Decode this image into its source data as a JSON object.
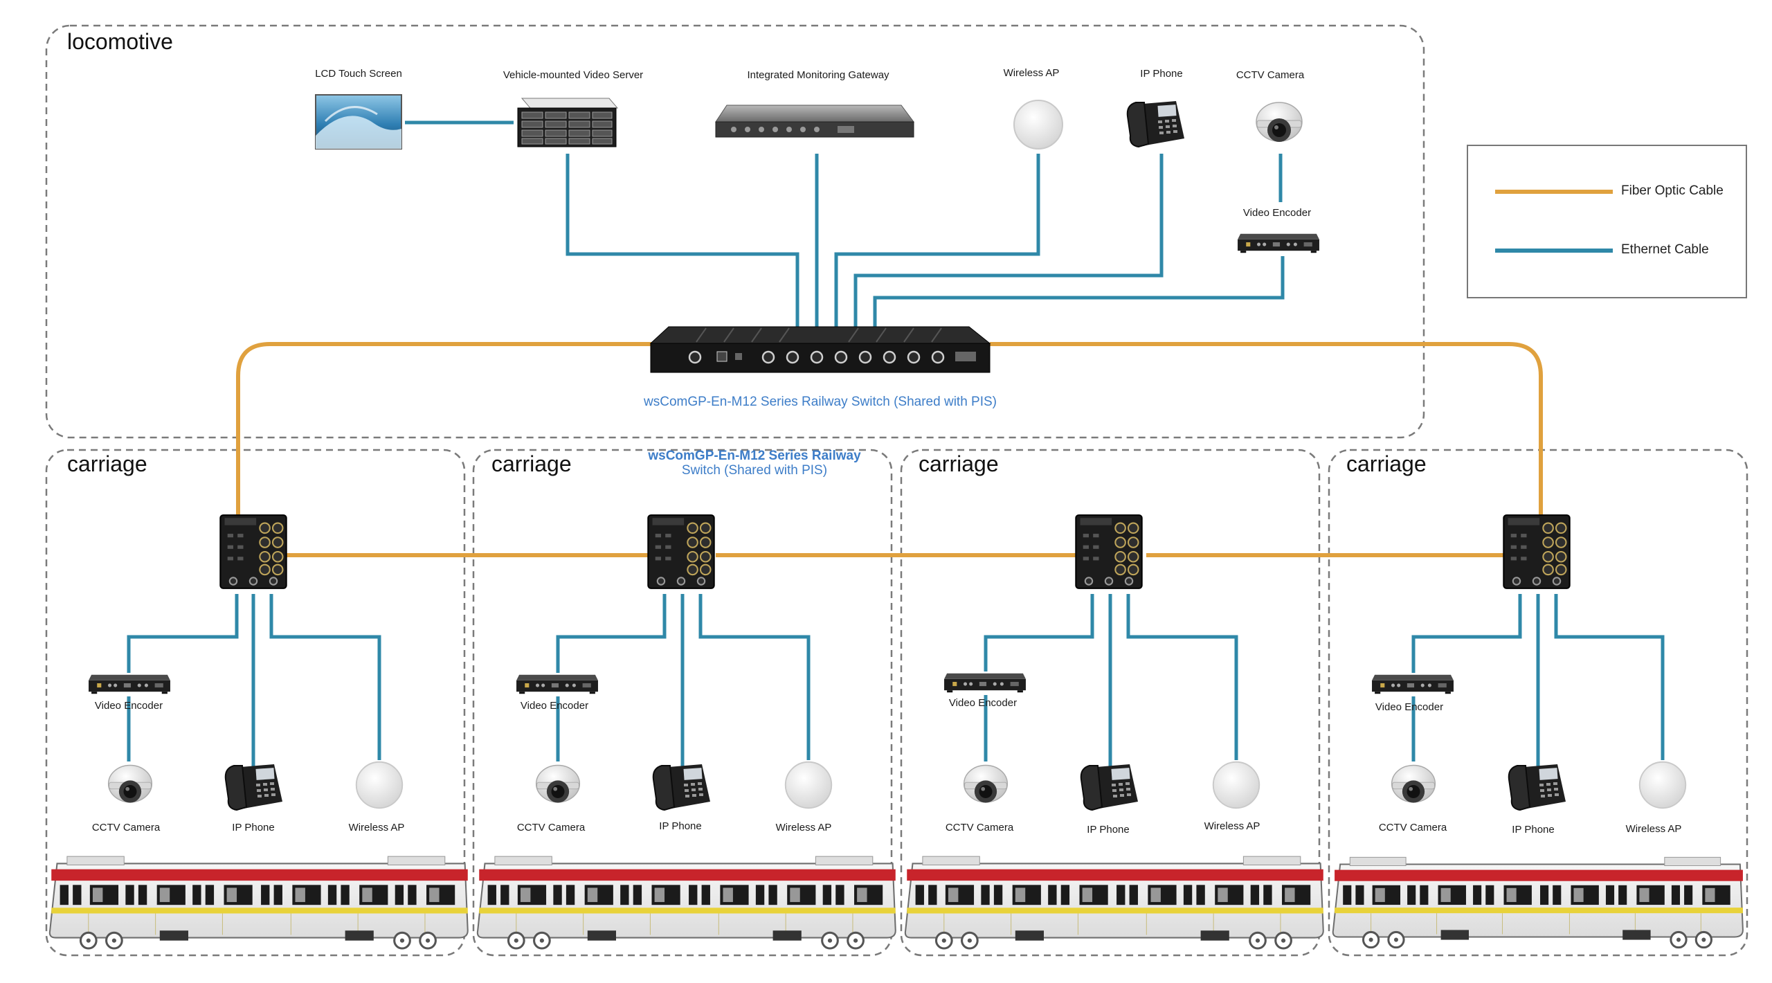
{
  "colors": {
    "fiber": "#e0a13e",
    "ethernet": "#2f88a8",
    "switch_label": "#3d7dc8",
    "train_red": "#c8242b",
    "train_yellow": "#e8d23a"
  },
  "locomotive": {
    "title": "locomotive",
    "devices": {
      "lcd": "LCD Touch Screen",
      "video_server": "Vehicle-mounted Video Server",
      "gateway": "Integrated Monitoring Gateway",
      "wireless_ap": "Wireless AP",
      "ip_phone": "IP Phone",
      "cctv": "CCTV Camera",
      "video_encoder": "Video Encoder"
    },
    "switch_label": "wsComGP-En-M12 Series Railway Switch (Shared with PIS)"
  },
  "carriage_switch_label": {
    "line1": "wsComGP-En-M12 Series Railway",
    "line2": "Switch (Shared with PIS)"
  },
  "carriages": [
    {
      "title": "carriage",
      "video_encoder": "Video Encoder",
      "cctv": "CCTV Camera",
      "ip_phone": "IP Phone",
      "wireless_ap": "Wireless AP"
    },
    {
      "title": "carriage",
      "video_encoder": "Video Encoder",
      "cctv": "CCTV Camera",
      "ip_phone": "IP Phone",
      "wireless_ap": "Wireless AP"
    },
    {
      "title": "carriage",
      "video_encoder": "Video Encoder",
      "cctv": "CCTV Camera",
      "ip_phone": "IP Phone",
      "wireless_ap": "Wireless AP"
    },
    {
      "title": "carriage",
      "video_encoder": "Video Encoder",
      "cctv": "CCTV Camera",
      "ip_phone": "IP Phone",
      "wireless_ap": "Wireless AP"
    }
  ],
  "legend": {
    "fiber": "Fiber Optic Cable",
    "ethernet": "Ethernet Cable"
  }
}
